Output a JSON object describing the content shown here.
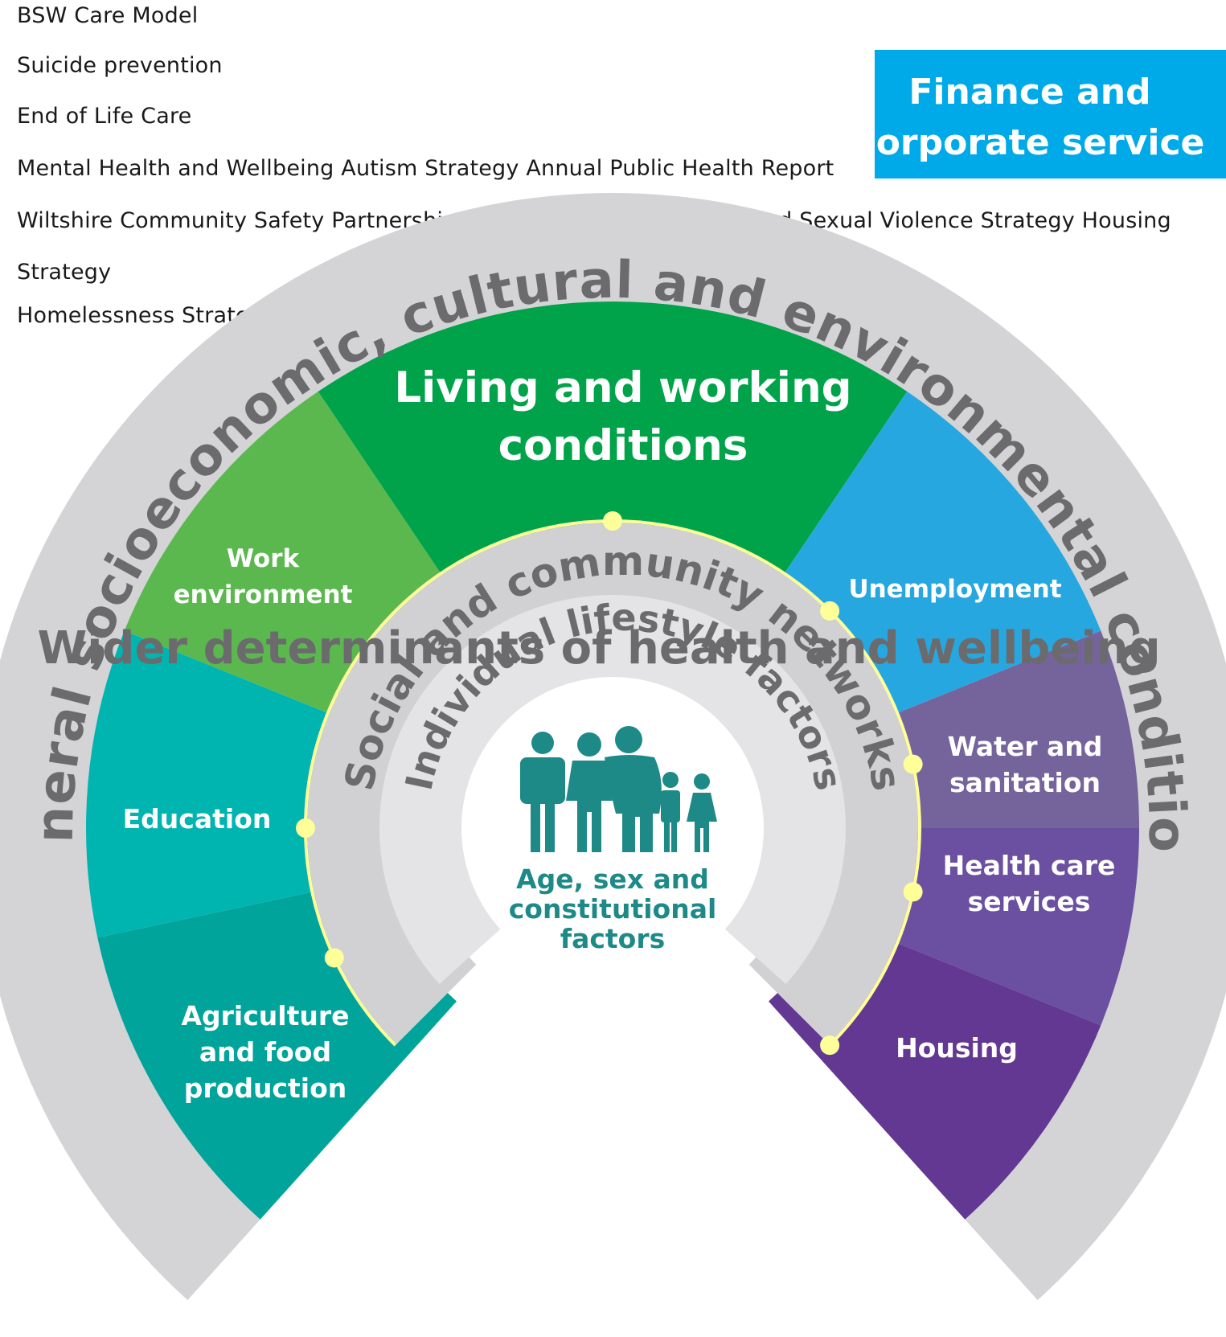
{
  "document_lines": [
    "BSW Care Model",
    "Suicide prevention",
    "End of Life Care",
    "Mental Health and Wellbeing Autism Strategy Annual Public Health Report",
    "Wiltshire Community Safety Partnership Strategy Domestic Abuse and Sexual Violence Strategy Housing",
    "Strategy",
    "Homelessness Strategy"
  ],
  "finance_box": {
    "line1": "Finance and",
    "line2": "corporate service"
  },
  "diagram": {
    "outer_arc_label": "General socioeconomic, cultural and environmental conditions",
    "social_arc_label": "Social and community networks",
    "lifestyle_arc_label": "Individual lifestyle factors",
    "overlay_title": "Wider determinants of health and wellbeing",
    "center": {
      "line1": "Age, sex and",
      "line2": "constitutional",
      "line3": "factors"
    },
    "segments": [
      {
        "key": "agriculture",
        "color": "#00a49b",
        "lines": [
          "Agriculture",
          "and food",
          "production"
        ]
      },
      {
        "key": "education",
        "color": "#00b4b0",
        "lines": [
          "Education"
        ]
      },
      {
        "key": "work",
        "color": "#5bb84e",
        "lines": [
          "Work",
          "environment"
        ]
      },
      {
        "key": "living",
        "color": "#00a34a",
        "lines": [
          "Living and working",
          "conditions"
        ]
      },
      {
        "key": "unemployment",
        "color": "#27a7e0",
        "lines": [
          "Unemployment"
        ]
      },
      {
        "key": "water",
        "color": "#75649b",
        "lines": [
          "Water and",
          "sanitation"
        ]
      },
      {
        "key": "healthcare",
        "color": "#6b4fa0",
        "lines": [
          "Health care",
          "services"
        ]
      },
      {
        "key": "housing",
        "color": "#633892",
        "lines": [
          "Housing"
        ]
      }
    ],
    "colors": {
      "outer_band": "#d4d4d6",
      "outer_text": "#6b6b6d",
      "social_band": "#d1d1d3",
      "lifestyle_band": "#e4e4e6",
      "center_teal": "#1e8a88",
      "divider": "#ffff99"
    }
  }
}
